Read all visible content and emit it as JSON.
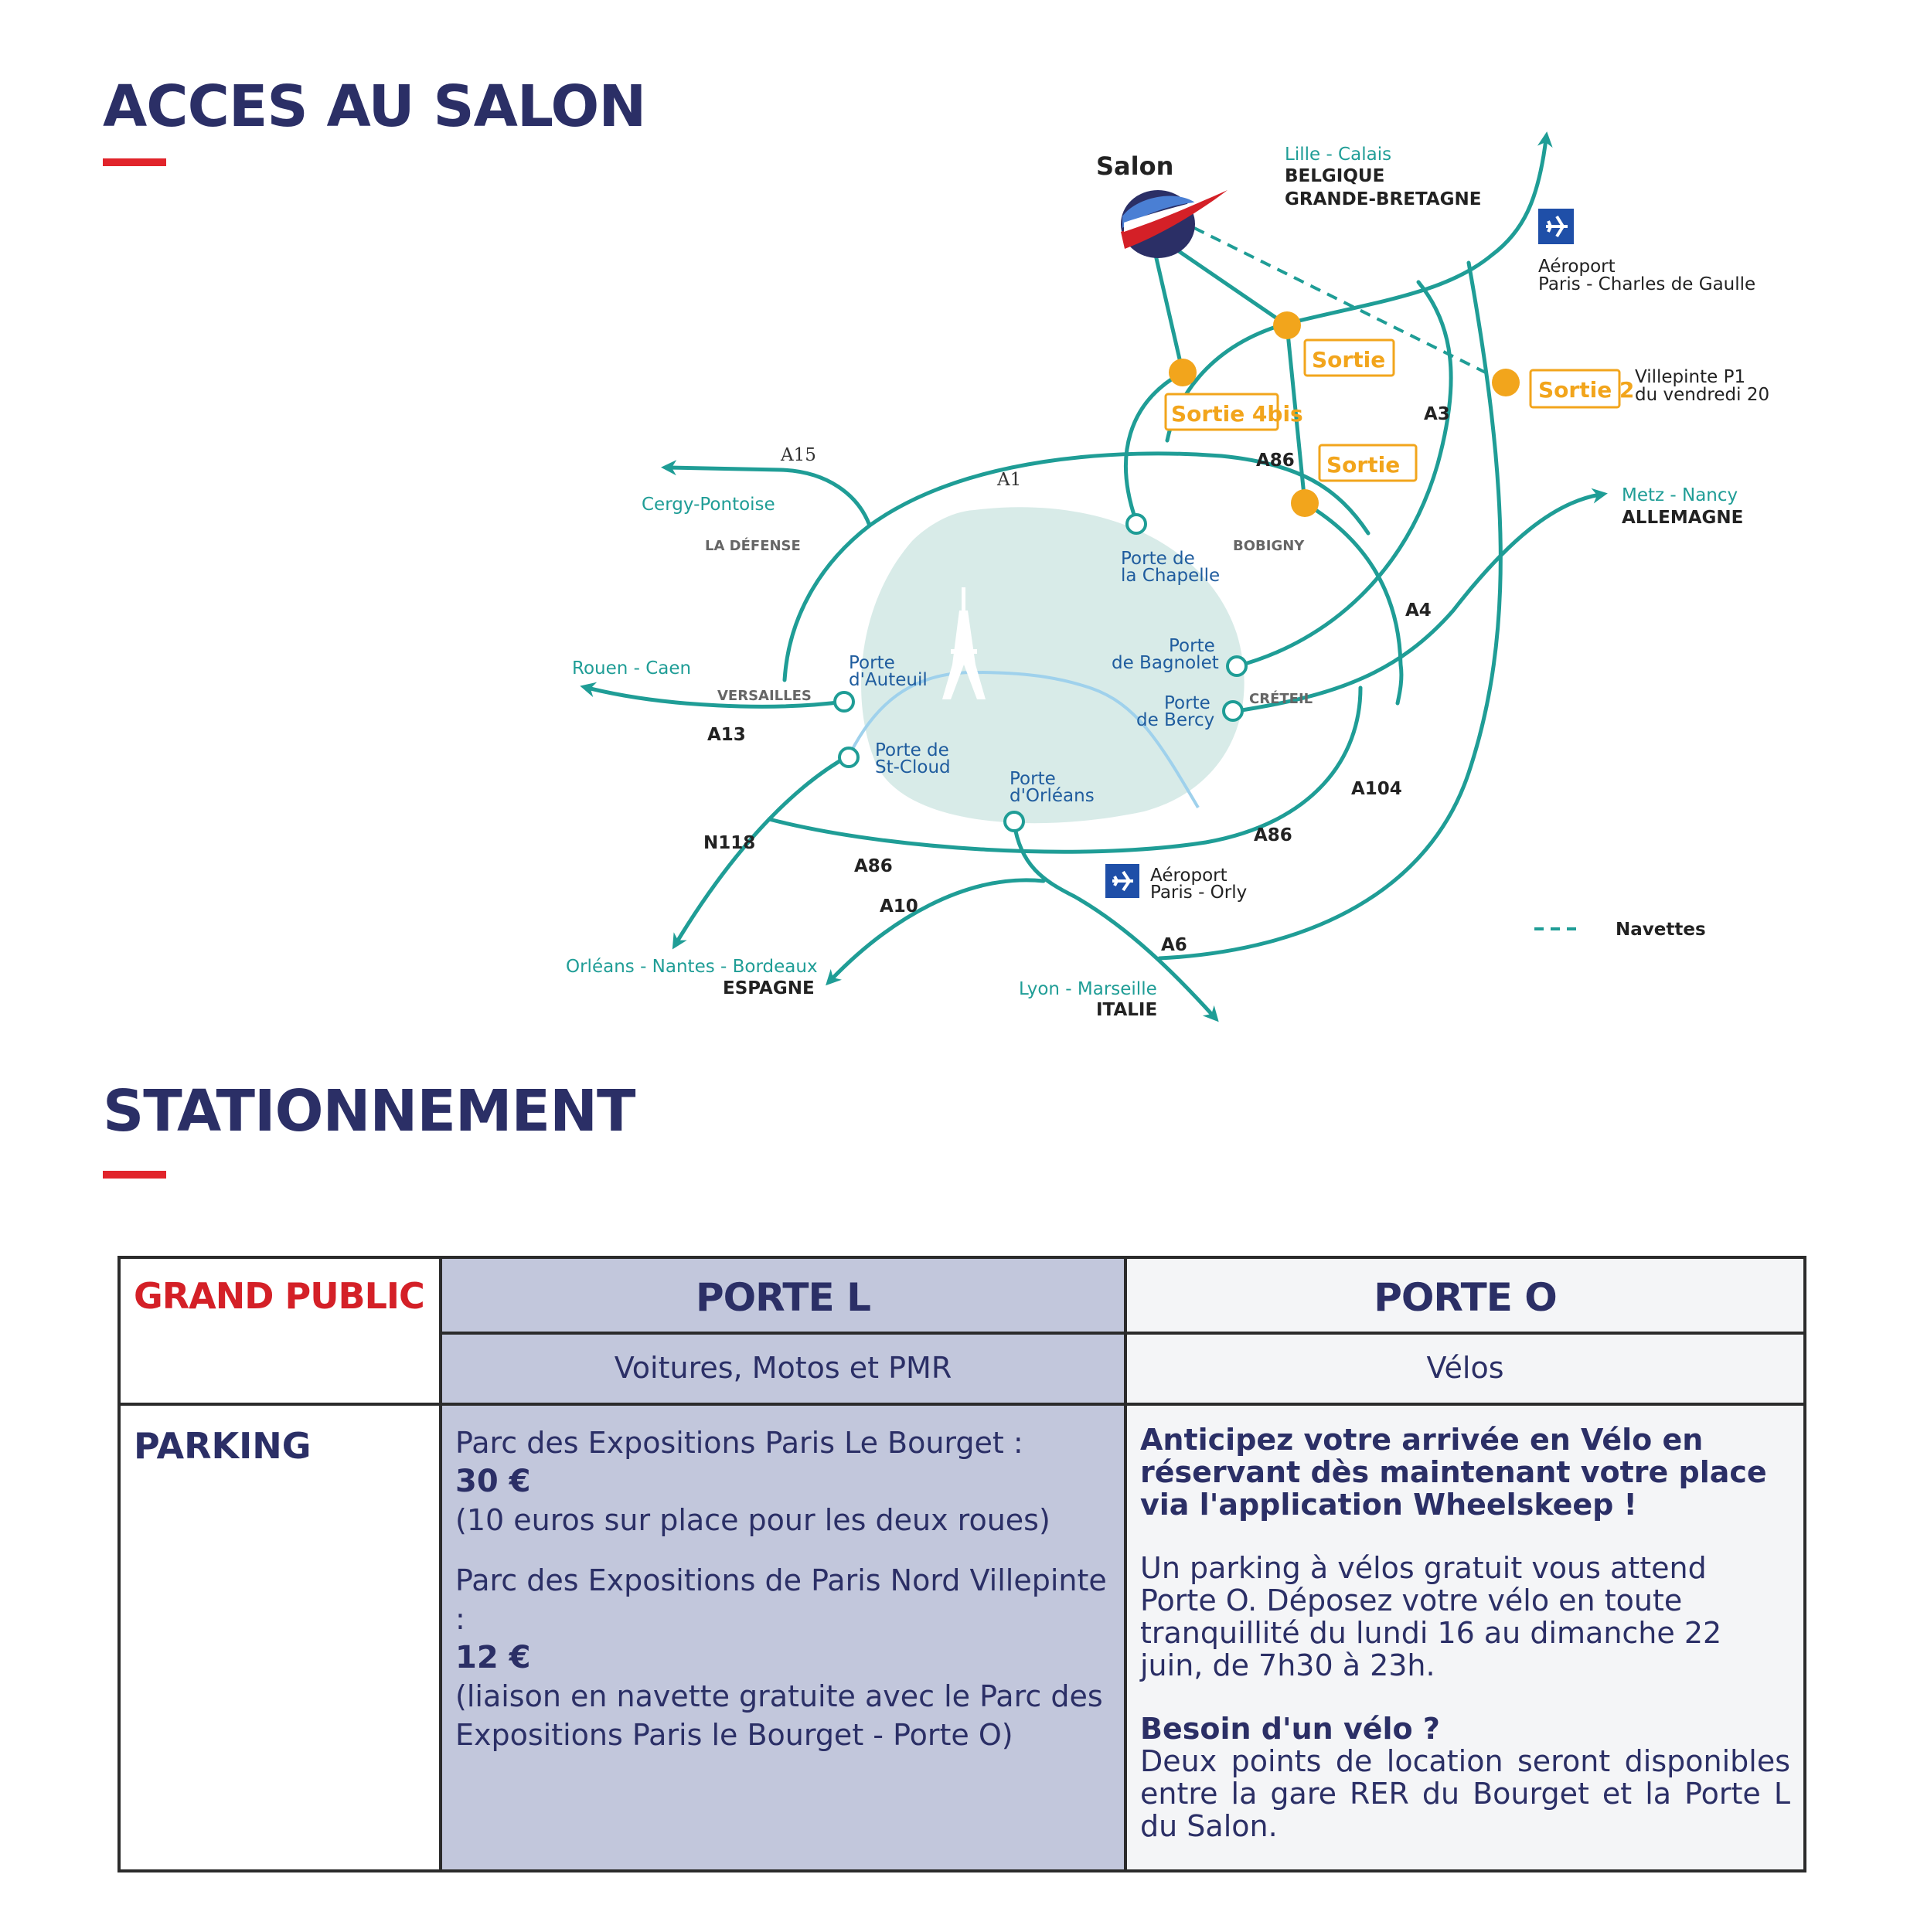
{
  "acces": {
    "title": "ACCES AU SALON",
    "map": {
      "salon": "Salon",
      "north_dest_1": "Lille - Calais",
      "north_dest_2": "BELGIQUE",
      "north_dest_3": "GRANDE-BRETAGNE",
      "cdg_1": "Aéroport",
      "cdg_2": "Paris - Charles de Gaulle",
      "sortie": "Sortie",
      "sortie_4bis": "Sortie 4bis",
      "sortie_2": "Sortie 2",
      "villepinte_1": "Villepinte P1",
      "villepinte_2": "du vendredi 20",
      "a3": "A3",
      "a86_north": "A86",
      "a15": "A15",
      "a1": "A1",
      "cergy": "Cergy-Pontoise",
      "la_defense": "LA DÉFENSE",
      "chapelle_1": "Porte de",
      "chapelle_2": "la Chapelle",
      "bobigny": "BOBIGNY",
      "metz": "Metz - Nancy",
      "allemagne": "ALLEMAGNE",
      "a4": "A4",
      "rouen": "Rouen - Caen",
      "versailles": "VERSAILLES",
      "auteuil_1": "Porte",
      "auteuil_2": "d'Auteuil",
      "bagnolet_1": "Porte",
      "bagnolet_2": "de Bagnolet",
      "bercy_1": "Porte",
      "bercy_2": "de Bercy",
      "creteil": "CRÉTEIL",
      "a13": "A13",
      "stcloud_1": "Porte de",
      "stcloud_2": "St-Cloud",
      "orleans_porte_1": "Porte",
      "orleans_porte_2": "d'Orléans",
      "a104": "A104",
      "n118": "N118",
      "a86_south_1": "A86",
      "a86_south_2": "A86",
      "orly_1": "Aéroport",
      "orly_2": "Paris - Orly",
      "a10": "A10",
      "a6": "A6",
      "navettes": "Navettes",
      "sw_dest_1": "Orléans - Nantes - Bordeaux",
      "sw_dest_2": "ESPAGNE",
      "south_dest_1": "Lyon - Marseille",
      "south_dest_2": "ITALIE",
      "colors": {
        "road": "#1f9d96",
        "exit": "#f2a51c",
        "paris": "#d8ebe8",
        "seine": "#9fd1ec",
        "title": "#2b2f66",
        "accent": "#e1242b"
      },
      "icons": [
        "salon-logo-icon",
        "airplane-icon",
        "eiffel-tower-icon",
        "arrow-icon"
      ]
    }
  },
  "stationnement": {
    "title": "STATIONNEMENT",
    "table": {
      "grand_public": "GRAND PUBLIC",
      "porte_l": "PORTE L",
      "porte_o": "PORTE O",
      "porte_l_sub": "Voitures, Motos et PMR",
      "porte_o_sub": "Vélos",
      "parking": "PARKING",
      "bourget_label": "Parc des Expositions Paris Le Bourget :",
      "bourget_price": "30 €",
      "bourget_note": "(10 euros sur place pour les deux roues)",
      "villepinte_label": "Parc des Expositions de Paris Nord Villepinte :",
      "villepinte_price": "12 €",
      "villepinte_note": "(liaison en navette gratuite avec le Parc des Expositions Paris le Bourget - Porte O)",
      "velo_intro": "Anticipez votre arrivée en Vélo en réservant dès maintenant votre place via l'application Wheelskeep !",
      "velo_text": "Un parking à vélos gratuit vous attend Porte O. Déposez votre vélo en toute tranquillité du lundi 16 au dimanche 22 juin, de 7h30 à 23h.",
      "besoin_title": "Besoin d'un vélo ?",
      "besoin_text": "Deux points de location seront disponibles entre la gare RER du Bourget et la Porte L du Salon.",
      "colors": {
        "porte_l_bg": "#c2c7dc",
        "porte_o_bg": "#f4f5f7",
        "grand_public": "#d42027"
      }
    }
  }
}
